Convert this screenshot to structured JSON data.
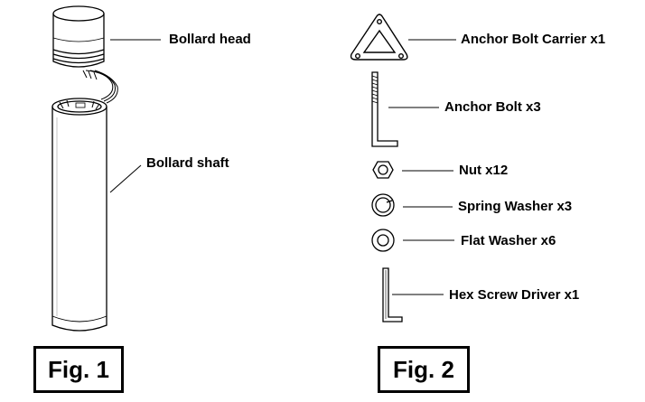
{
  "figure1": {
    "head_label": "Bollard head",
    "shaft_label": "Bollard shaft",
    "caption": "Fig. 1"
  },
  "figure2": {
    "parts": [
      {
        "label": "Anchor Bolt Carrier x1"
      },
      {
        "label": "Anchor Bolt x3"
      },
      {
        "label": "Nut x12"
      },
      {
        "label": "Spring Washer x3"
      },
      {
        "label": "Flat Washer x6"
      },
      {
        "label": "Hex Screw Driver x1"
      }
    ],
    "caption": "Fig. 2"
  }
}
